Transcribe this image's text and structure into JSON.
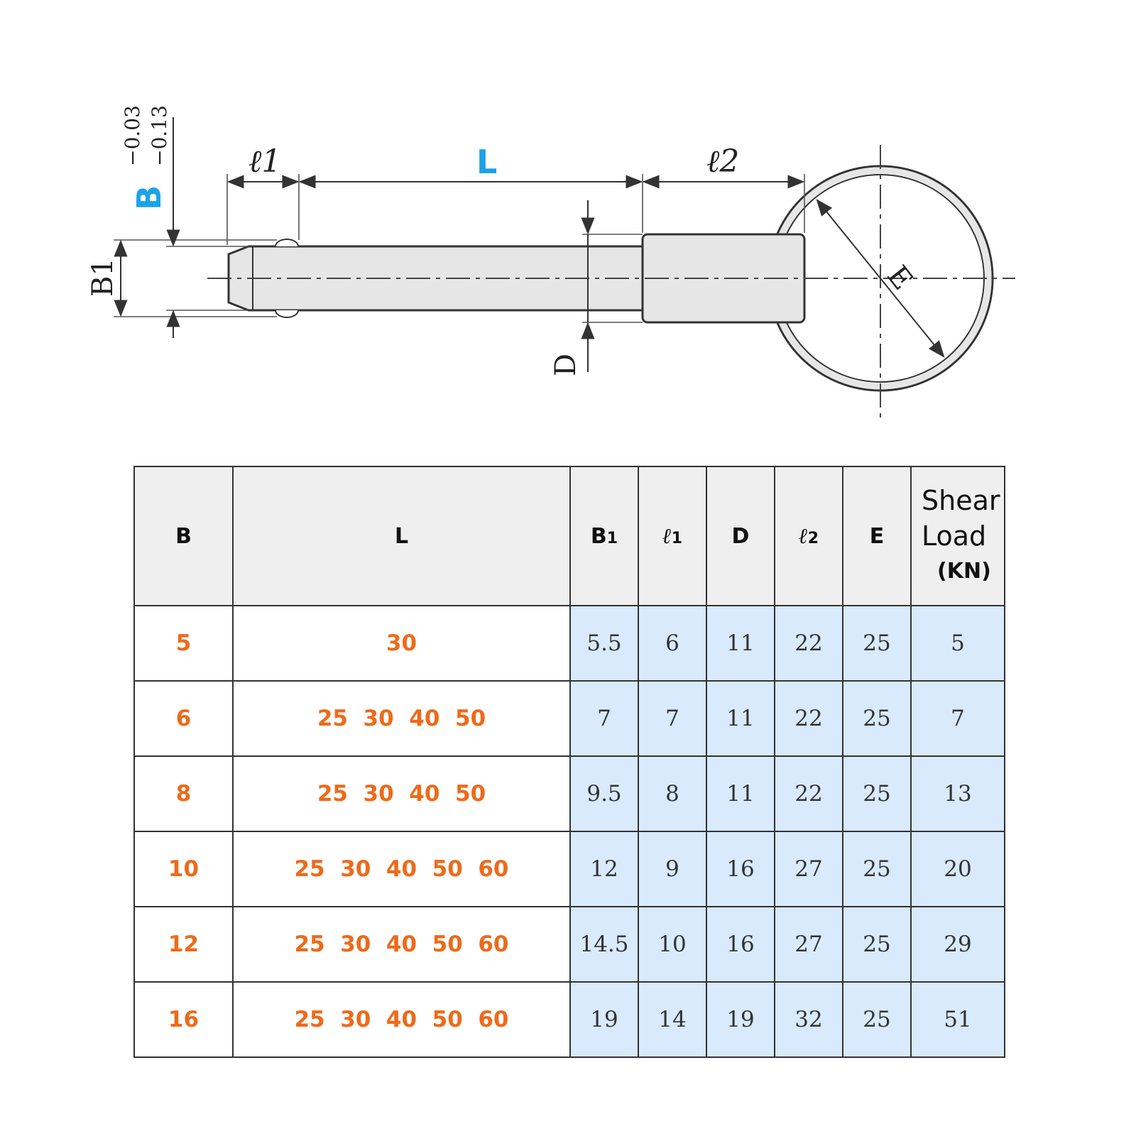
{
  "drawing": {
    "labels": {
      "l1": "ℓ1",
      "L": "L",
      "l2": "ℓ2",
      "B": "B",
      "B_upper_tol": "−0.03",
      "B_lower_tol": "−0.13",
      "B1": "B1",
      "D": "D",
      "E": "E"
    },
    "colors": {
      "accent_blue": "#1aa3e8",
      "line": "#333333",
      "body_fill": "#e6e6e6"
    }
  },
  "table": {
    "headers": {
      "B": "B",
      "L": "L",
      "B1_main": "B",
      "B1_sub": "1",
      "l1_main": "ℓ",
      "l1_sub": "1",
      "D": "D",
      "l2_main": "ℓ",
      "l2_sub": "2",
      "E": "E",
      "shear_line1": "Shear",
      "shear_line2": "Load",
      "shear_unit": "(KN)"
    },
    "rows": [
      {
        "B": "5",
        "L": "30",
        "B1": "5.5",
        "l1": "6",
        "D": "11",
        "l2": "22",
        "E": "25",
        "shear": "5"
      },
      {
        "B": "6",
        "L": "25  30  40  50",
        "B1": "7",
        "l1": "7",
        "D": "11",
        "l2": "22",
        "E": "25",
        "shear": "7"
      },
      {
        "B": "8",
        "L": "25  30  40  50",
        "B1": "9.5",
        "l1": "8",
        "D": "11",
        "l2": "22",
        "E": "25",
        "shear": "13"
      },
      {
        "B": "10",
        "L": "25  30  40  50  60",
        "B1": "12",
        "l1": "9",
        "D": "16",
        "l2": "27",
        "E": "25",
        "shear": "20"
      },
      {
        "B": "12",
        "L": "25  30  40  50  60",
        "B1": "14.5",
        "l1": "10",
        "D": "16",
        "l2": "27",
        "E": "25",
        "shear": "29"
      },
      {
        "B": "16",
        "L": "25  30  40  50  60",
        "B1": "19",
        "l1": "14",
        "D": "19",
        "l2": "32",
        "E": "25",
        "shear": "51"
      }
    ],
    "colors": {
      "key_text": "#ee6a1a",
      "value_bg": "#d8eafb",
      "header_bg": "#efefef"
    }
  }
}
